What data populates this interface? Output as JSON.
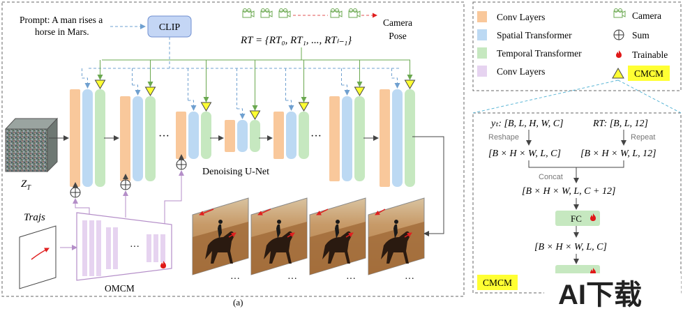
{
  "prompt": {
    "line1": "Prompt: A man rises a",
    "line2": "horse in Mars."
  },
  "clip": {
    "label": "CLIP"
  },
  "camera_pose": {
    "formula": "RT = {RT₀, RT₁, ..., RTₗ₋₁}",
    "label_line1": "Camera",
    "label_line2": "Pose"
  },
  "unet": {
    "label": "Denoising  U-Net",
    "dots": "···"
  },
  "latent": {
    "label": "Z_T",
    "label_main": "Z",
    "label_sub": "T"
  },
  "trajs": {
    "label": "Trajs"
  },
  "omcm": {
    "label": "OMCM",
    "dots": "···"
  },
  "frames": {
    "dots": "···"
  },
  "caption": "(a)",
  "legend": {
    "items": [
      {
        "label": "Conv Layers",
        "color": "#f9c89b"
      },
      {
        "label": "Spatial Transformer",
        "color": "#bcd9f3"
      },
      {
        "label": "Temporal Transformer",
        "color": "#c6e8c0"
      },
      {
        "label": "Conv Layers",
        "color": "#e6d3f0"
      }
    ],
    "camera": "Camera",
    "sum": "Sum",
    "trainable": "Trainable",
    "cmcm": "CMCM"
  },
  "cmcm": {
    "input_y": "yₜ: [B, L, H, W, C]",
    "input_rt": "RT:  [B, L, 12]",
    "reshape": "Reshape",
    "repeat": "Repeat",
    "shape_y": "[B × H × W, L, C]",
    "shape_rt": "[B × H × W, L, 12]",
    "concat": "Concat",
    "shape_concat": "[B × H × W, L, C + 12]",
    "fc": "FC",
    "shape_out": "[B × H × W, L, C]",
    "label": "CMCM"
  },
  "watermark": {
    "text": "AI下载"
  },
  "colors": {
    "conv": "#f9c89b",
    "spatial": "#bcd9f3",
    "temporal": "#c6e8c0",
    "omcm_conv": "#e6d3f0",
    "cmcm_yellow": "#ffff33",
    "green_arrow": "#6aa84f",
    "blue_dashed": "#6fa0d0",
    "purple": "#b48ec8",
    "fc_fill": "#c6e8c0"
  }
}
